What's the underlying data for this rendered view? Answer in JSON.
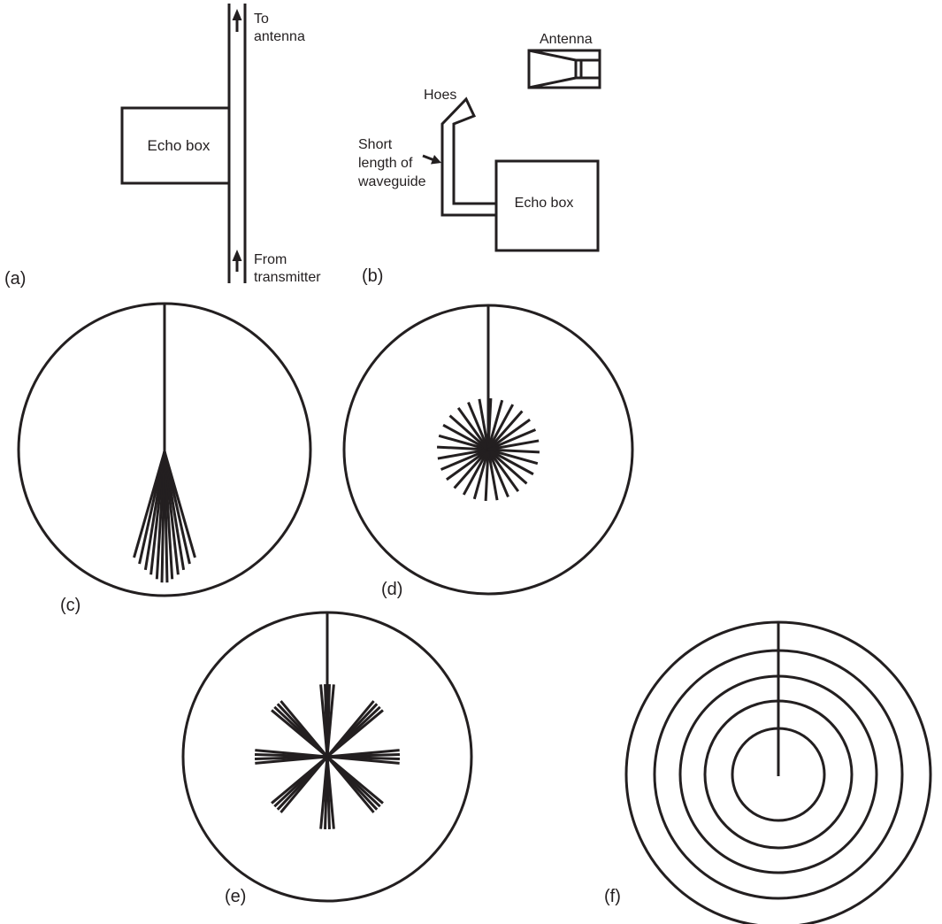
{
  "panel_a": {
    "label": "(a)",
    "echo_box": "Echo box",
    "to_antenna": [
      "To",
      "antenna"
    ],
    "from_transmitter": [
      "From",
      "transmitter"
    ]
  },
  "panel_b": {
    "label": "(b)",
    "antenna": "Antenna",
    "holes": "Hoes",
    "waveguide": [
      "Short",
      "length of",
      "waveguide"
    ],
    "echo_box": "Echo box"
  },
  "panel_c": {
    "label": "(c)"
  },
  "panel_d": {
    "label": "(d)"
  },
  "panel_e": {
    "label": "(e)"
  },
  "panel_f": {
    "label": "(f)"
  },
  "colors": {
    "ink": "#231f20",
    "background": "#ffffff"
  }
}
